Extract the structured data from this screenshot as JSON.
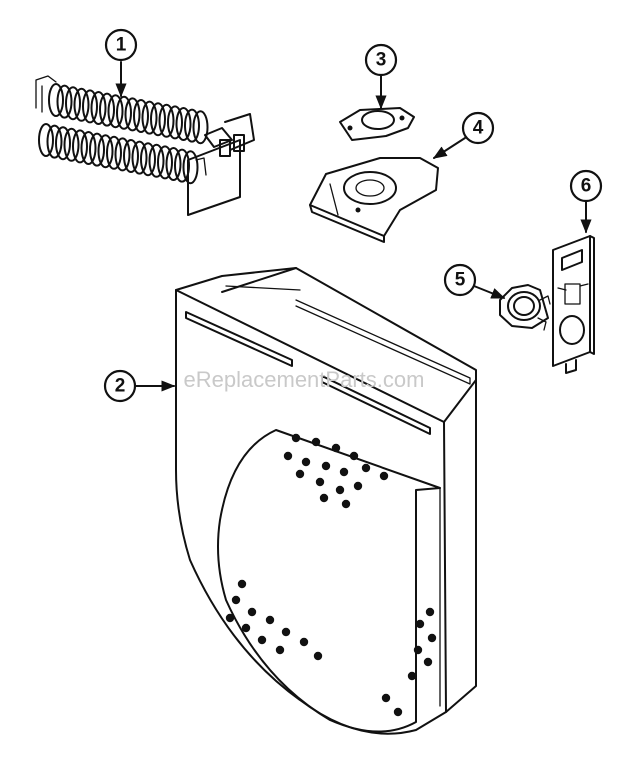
{
  "watermark": "eReplacementParts.com",
  "callouts": [
    {
      "id": "1",
      "label": "1"
    },
    {
      "id": "2",
      "label": "2"
    },
    {
      "id": "3",
      "label": "3"
    },
    {
      "id": "4",
      "label": "4"
    },
    {
      "id": "5",
      "label": "5"
    },
    {
      "id": "6",
      "label": "6"
    }
  ]
}
